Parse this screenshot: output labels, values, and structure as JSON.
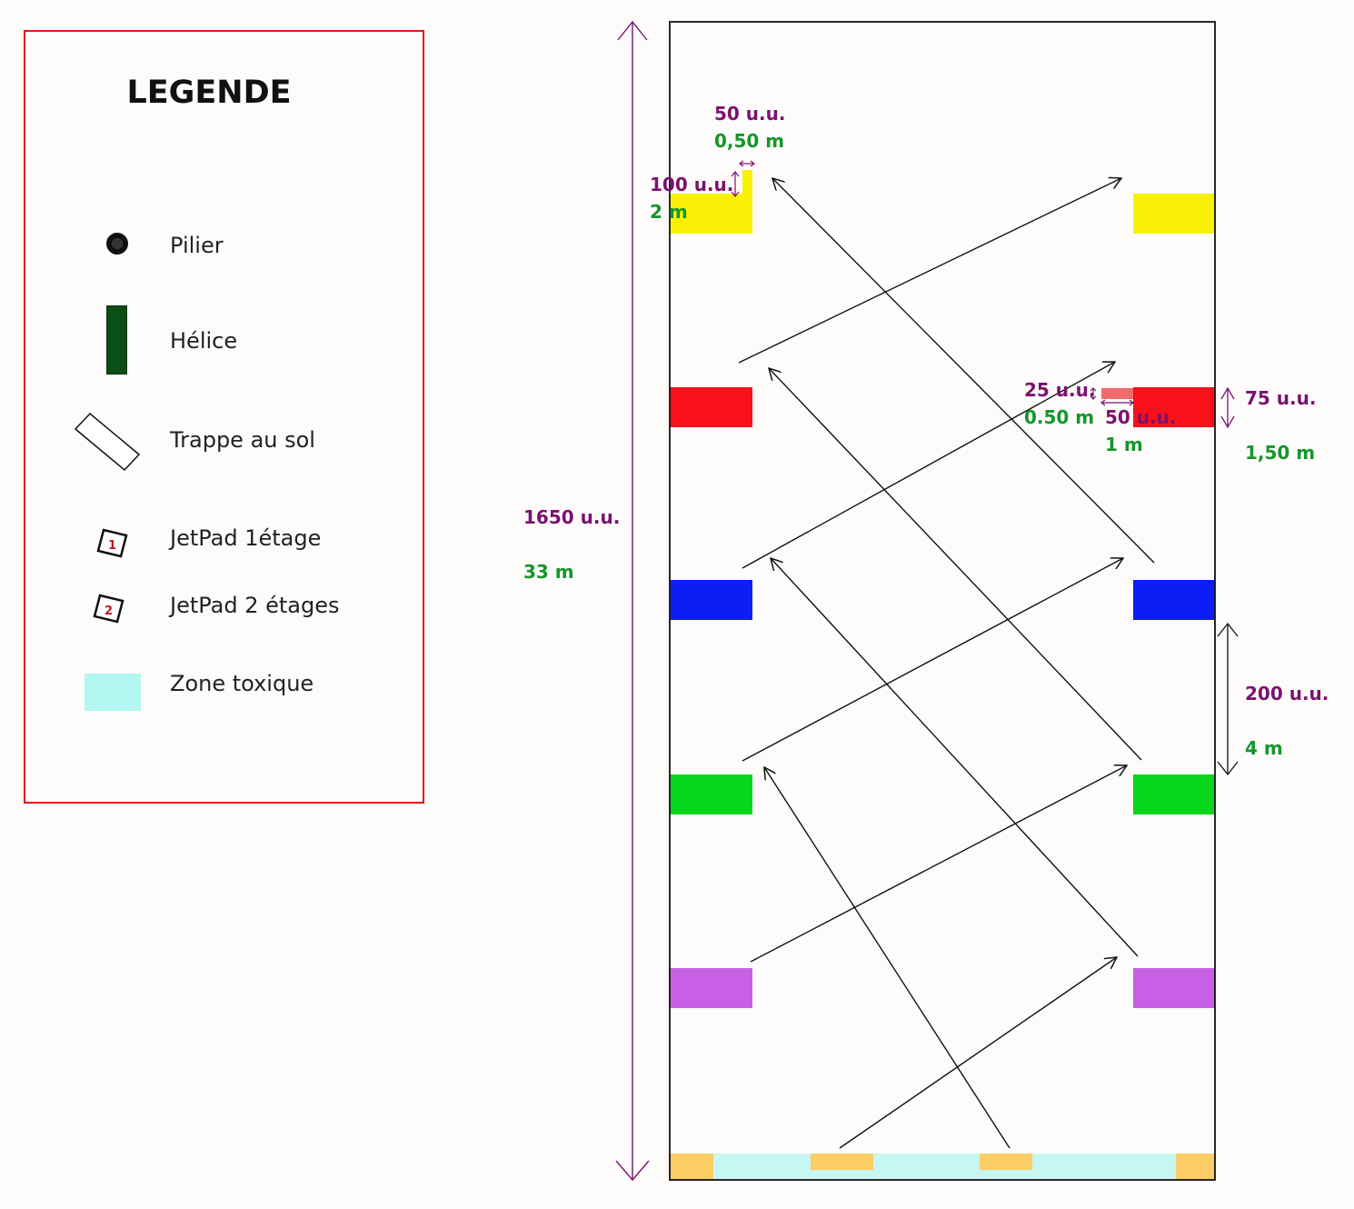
{
  "legend": {
    "title": "LEGENDE",
    "items": [
      {
        "label": "Pilier"
      },
      {
        "label": "Hélice"
      },
      {
        "label": "Trappe au sol"
      },
      {
        "label": "JetPad 1étage",
        "badge": "1"
      },
      {
        "label": "JetPad 2 étages",
        "badge": "2"
      },
      {
        "label": "Zone toxique"
      }
    ]
  },
  "dimensions": {
    "total_uu": "1650 u.u.",
    "total_m": "33 m",
    "step_w_uu": "50 u.u.",
    "step_w_m": "0,50 m",
    "step_h_uu": "100 u.u.",
    "step_h_m": "2 m",
    "ledge_h_uu": "25 u.u.",
    "ledge_h_m": "0.50 m",
    "ledge_w_uu": "50 u.u.",
    "ledge_w_m": "1 m",
    "platform_h_uu": "75 u.u.",
    "platform_h_m": "1,50 m",
    "gap_uu": "200 u.u.",
    "gap_m": "4 m"
  },
  "colors": {
    "legend_border": "#e8141b",
    "yellow": "#f8f106",
    "red": "#f8101a",
    "blue": "#0b1ef6",
    "green": "#08d61b",
    "purple": "#c760e4",
    "orange": "#fbcd65",
    "toxic": "#c8f6f2",
    "helix": "#0b4f16",
    "dim_purple": "#7c1170",
    "dim_green": "#14962a"
  },
  "platform_levels": [
    "yellow",
    "red",
    "blue",
    "green",
    "purple"
  ]
}
